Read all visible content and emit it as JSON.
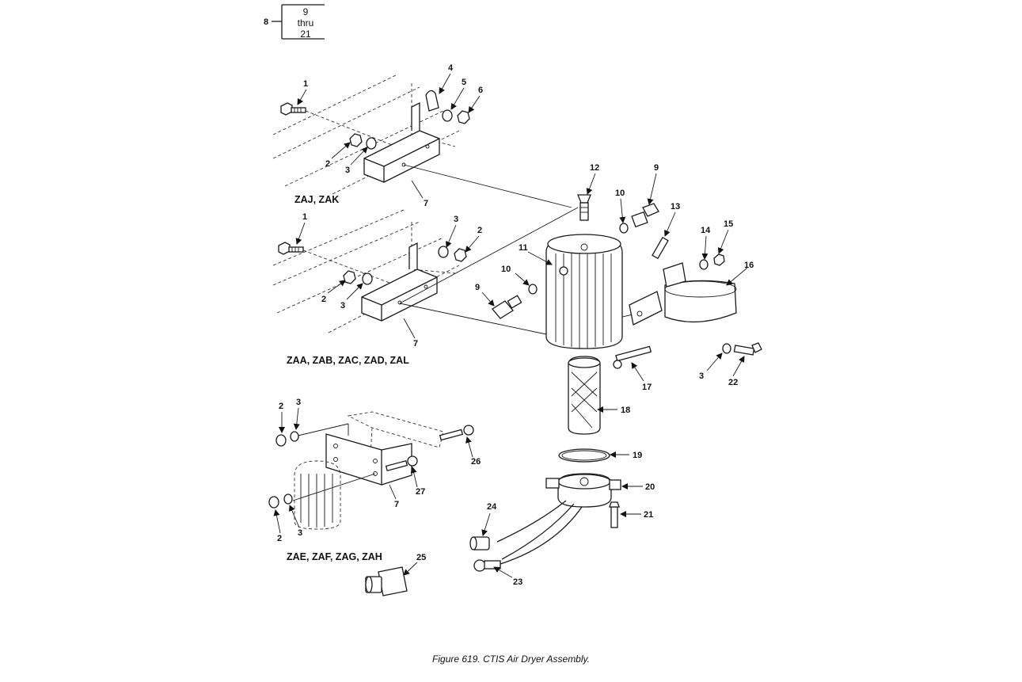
{
  "kit_box": {
    "ref": "8",
    "line1": "9",
    "line2": "thru",
    "line3": "21"
  },
  "group_labels": [
    "ZAJ, ZAK",
    "ZAA, ZAB, ZAC, ZAD, ZAL",
    "ZAE, ZAF, ZAG, ZAH"
  ],
  "callouts": {
    "c1a": "1",
    "c4": "4",
    "c5": "5",
    "c6": "6",
    "c2a": "2",
    "c3a": "3",
    "c7a": "7",
    "c1b": "1",
    "c3b": "3",
    "c2b": "2",
    "c2c": "2",
    "c3c": "3",
    "c7b": "7",
    "c12": "12",
    "c9a": "9",
    "c10a": "10",
    "c13": "13",
    "c14": "14",
    "c15": "15",
    "c11": "11",
    "c10b": "10",
    "c9b": "9",
    "c16": "16",
    "c3d": "3",
    "c22": "22",
    "c17": "17",
    "c18": "18",
    "c19": "19",
    "c20": "20",
    "c21": "21",
    "c2d": "2",
    "c3e": "3",
    "c26": "26",
    "c27": "27",
    "c7c": "7",
    "c2e": "2",
    "c3f": "3",
    "c24": "24",
    "c23": "23",
    "c25": "25"
  },
  "caption": "Figure 619.  CTIS Air Dryer Assembly."
}
